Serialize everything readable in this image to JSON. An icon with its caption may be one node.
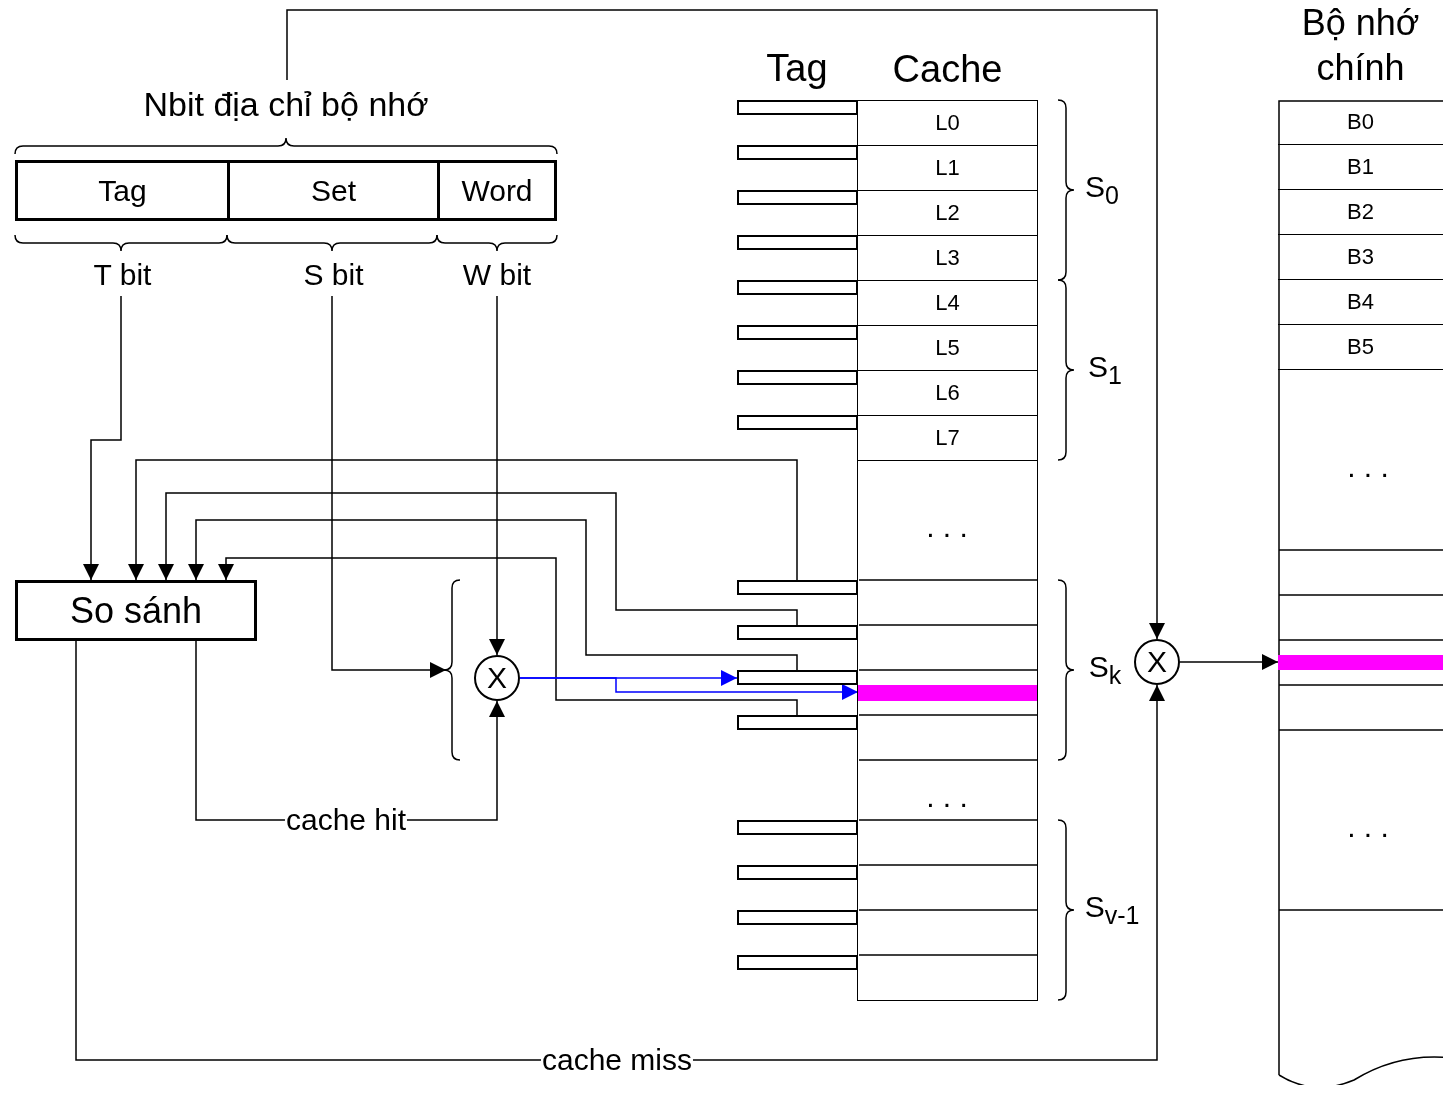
{
  "diagram": {
    "nodes": [
      {
        "text": [
          "Nbit địa chỉ bộ nhớ"
        ]
      },
      {
        "text": [
          "Tag"
        ],
        "in": 0,
        "beside": [
          "T bit"
        ]
      },
      {
        "text": [
          "Set"
        ],
        "in": 0,
        "beside": [
          "S bit"
        ]
      },
      {
        "text": [
          "Word"
        ],
        "in": 0,
        "beside": [
          "W bit"
        ]
      },
      {
        "text": [
          "So sánh"
        ]
      },
      {
        "text": [
          "X"
        ]
      },
      {
        "text": [
          "Cache"
        ]
      },
      {
        "text": [
          "L0"
        ],
        "in": 6
      },
      {
        "text": [
          "L1"
        ],
        "in": 6
      },
      {
        "text": [
          "L2"
        ],
        "in": 6
      },
      {
        "text": [
          "L3"
        ],
        "in": 6
      },
      {
        "text": [
          "L4"
        ],
        "in": 6
      },
      {
        "text": [
          "L5"
        ],
        "in": 6
      },
      {
        "text": [
          "L6"
        ],
        "in": 6
      },
      {
        "text": [
          "L7"
        ],
        "in": 6
      },
      {
        "text": [],
        "shape": "bar",
        "in": 6
      },
      {
        "text": [],
        "shape": "box"
      },
      {
        "text": [],
        "shape": "box"
      },
      {
        "text": [],
        "shape": "box"
      },
      {
        "text": [],
        "shape": "box"
      },
      {
        "text": [
          "X"
        ]
      },
      {
        "text": [
          "Bộ nhớ chính"
        ]
      },
      {
        "text": [
          "B0"
        ],
        "in": 21
      },
      {
        "text": [
          "B1"
        ],
        "in": 21
      },
      {
        "text": [
          "B2"
        ],
        "in": 21
      },
      {
        "text": [
          "B3"
        ],
        "in": 21
      },
      {
        "text": [
          "B4"
        ],
        "in": 21
      },
      {
        "text": [
          "B5"
        ],
        "in": 21
      },
      {
        "text": [],
        "shape": "bar",
        "in": 21
      },
      {
        "text": [],
        "shape": "box"
      },
      {
        "text": [],
        "shape": "box"
      },
      {
        "text": [],
        "shape": "box"
      },
      {
        "text": [],
        "shape": "box"
      },
      {
        "text": [],
        "shape": "box"
      },
      {
        "text": [],
        "shape": "box"
      },
      {
        "text": [],
        "shape": "box"
      },
      {
        "text": [],
        "shape": "box"
      },
      {
        "text": [],
        "shape": "box"
      },
      {
        "text": [],
        "shape": "box"
      },
      {
        "text": [],
        "shape": "box"
      },
      {
        "text": [],
        "shape": "box"
      }
    ],
    "edges": [
      {
        "from": 1,
        "to": 4,
        "arrow": "to"
      },
      {
        "from": 2,
        "to": 5,
        "arrow": "to"
      },
      {
        "from": 3,
        "to": 5,
        "arrow": "to"
      },
      {
        "from": 4,
        "to": 5,
        "arrow": "to",
        "label": "cache hit"
      },
      {
        "from": 16,
        "to": 4,
        "arrow": "to"
      },
      {
        "from": 17,
        "to": 4,
        "arrow": "to"
      },
      {
        "from": 18,
        "to": 4,
        "arrow": "to"
      },
      {
        "from": 19,
        "to": 4,
        "arrow": "to"
      },
      {
        "from": 5,
        "to": 18,
        "arrow": "to",
        "color": "#0000ff"
      },
      {
        "from": 5,
        "to": 15,
        "arrow": "to",
        "color": "#0000ff"
      },
      {
        "from": 0,
        "to": 20,
        "arrow": "to"
      },
      {
        "from": 4,
        "to": 20,
        "arrow": "to",
        "label": "cache miss"
      },
      {
        "from": 20,
        "to": 28,
        "arrow": "to"
      }
    ],
    "labels": [
      "Tag",
      "S$_{0}$",
      "S$_{1}$",
      ". . .",
      ". . .",
      "S$_{k}$",
      ". . .",
      ". . .",
      "S$_{v-1}$"
    ]
  }
}
